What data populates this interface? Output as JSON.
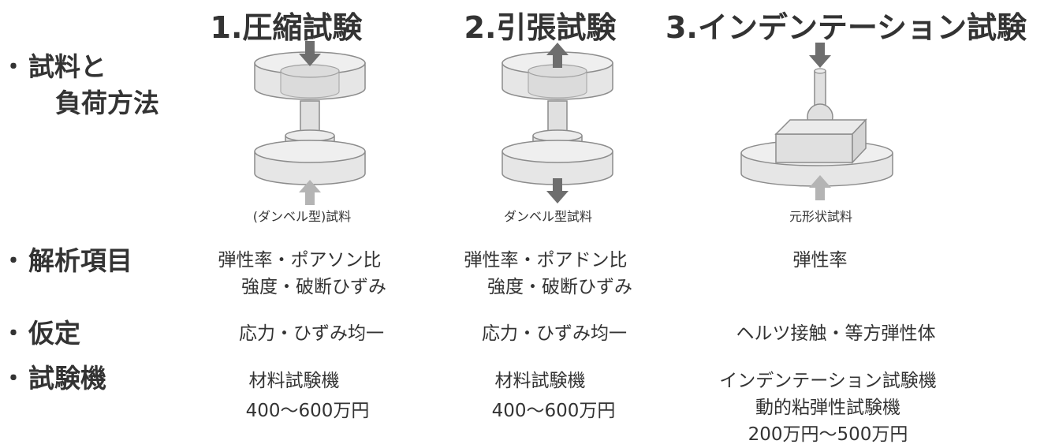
{
  "columns": [
    {
      "title": "1.圧縮試験",
      "caption": "(ダンベル型)試料",
      "analysis": [
        "弾性率・ポアソン比",
        "強度・破断ひずみ"
      ],
      "assumption": "応力・ひずみ均一",
      "machine": [
        "材料試験機",
        "400〜600万円"
      ]
    },
    {
      "title": "2.引張試験",
      "caption": "ダンベル型試料",
      "analysis": [
        "弾性率・ポアドン比",
        "強度・破断ひずみ"
      ],
      "assumption": "応力・ひずみ均一",
      "machine": [
        "材料試験機",
        "400〜600万円"
      ]
    },
    {
      "title": "3.インデンテーション試験",
      "caption": "元形状試料",
      "analysis": [
        "弾性率"
      ],
      "assumption": "ヘルツ接触・等方弾性体",
      "machine": [
        "インデンテーション試験機",
        "動的粘弾性試験機",
        "200万円〜500万円"
      ]
    }
  ],
  "rows": {
    "bullet": "・",
    "sample_line1": "試料と",
    "sample_line2": "負荷方法",
    "analysis": "解析項目",
    "assumption": "仮定",
    "machine": "試験機"
  },
  "colors": {
    "text": "#333333",
    "platen": "#e6e6e6",
    "stroke": "#8c8c8c",
    "arrow_dark": "#6e6e6e",
    "arrow_light": "#b4b4b4"
  }
}
